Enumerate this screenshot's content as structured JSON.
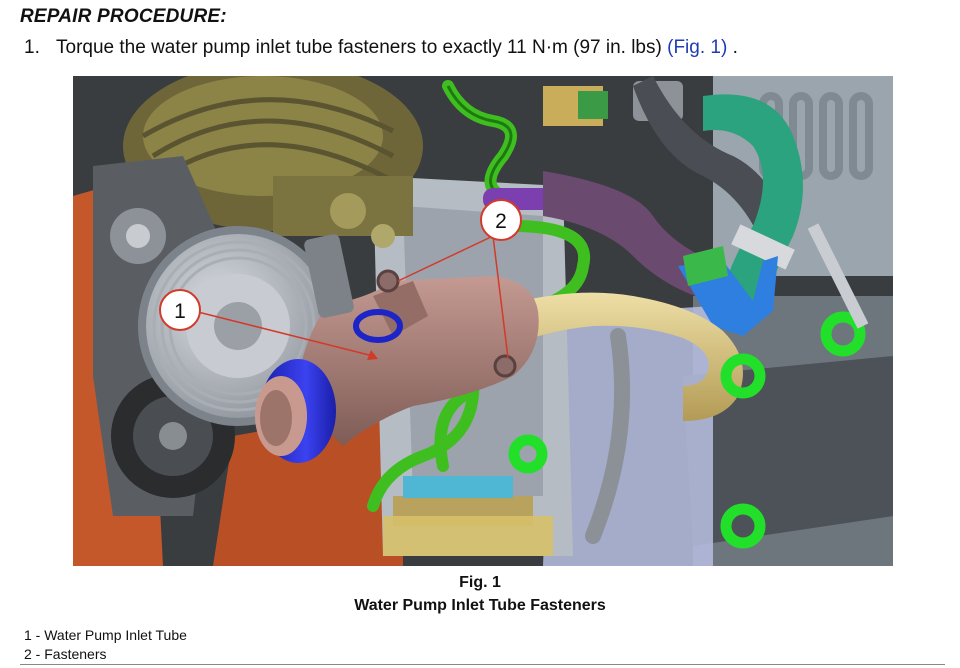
{
  "heading": "REPAIR PROCEDURE:",
  "step": {
    "number": "1.",
    "text": "Torque the water pump inlet tube fasteners to exactly 11 N·m (97 in. lbs)",
    "ref": "(Fig. 1)",
    "trail": " ."
  },
  "figure": {
    "callouts": [
      "1",
      "2"
    ],
    "caption_number": "Fig. 1",
    "caption_title": "Water Pump Inlet Tube Fasteners"
  },
  "legend": [
    "1 - Water Pump Inlet Tube",
    "2 - Fasteners"
  ],
  "colors": {
    "link": "#1f3bb3",
    "inlet_tube": "#a57f78",
    "blue_fitting": "#2a2fd0",
    "green_hose": "#3fbf1f",
    "yellow_tube": "#d8c483",
    "teal_hose": "#2aa37e",
    "purple_hose": "#6a4a6e",
    "engine_orange": "#c4582a"
  }
}
